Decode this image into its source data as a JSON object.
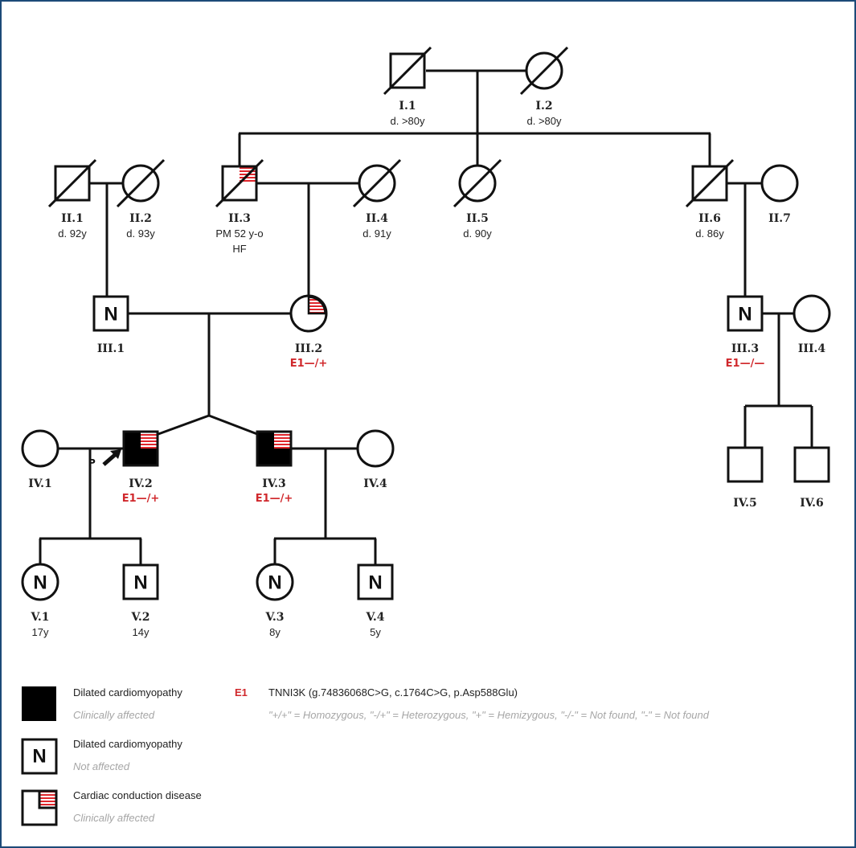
{
  "colors": {
    "frame": "#1c4a78",
    "line": "#111111",
    "affected": "#000000",
    "conduction_stripe": "#e0252b",
    "genotype": "#d0282c",
    "legend_sub": "#a6a6a6"
  },
  "individuals": {
    "I1": {
      "id": "I.1",
      "sex": "male",
      "deceased": true,
      "info": [
        "d. >80y"
      ]
    },
    "I2": {
      "id": "I.2",
      "sex": "female",
      "deceased": true,
      "info": [
        "d. >80y"
      ]
    },
    "II1": {
      "id": "II.1",
      "sex": "male",
      "deceased": true,
      "info": [
        "d. 92y"
      ]
    },
    "II2": {
      "id": "II.2",
      "sex": "female",
      "deceased": true,
      "info": [
        "d. 93y"
      ]
    },
    "II3": {
      "id": "II.3",
      "sex": "male",
      "deceased": true,
      "conduction": true,
      "info": [
        "PM 52 y-o",
        "HF"
      ]
    },
    "II4": {
      "id": "II.4",
      "sex": "female",
      "deceased": true,
      "info": [
        "d. 91y"
      ]
    },
    "II5": {
      "id": "II.5",
      "sex": "female",
      "deceased": true,
      "info": [
        "d. 90y"
      ]
    },
    "II6": {
      "id": "II.6",
      "sex": "male",
      "deceased": true,
      "info": [
        "d. 86y"
      ]
    },
    "II7": {
      "id": "II.7",
      "sex": "female",
      "deceased": false,
      "info": []
    },
    "III1": {
      "id": "III.1",
      "sex": "male",
      "mark": "N",
      "info": []
    },
    "III2": {
      "id": "III.2",
      "sex": "female",
      "conduction": true,
      "genotype": "E1—/+",
      "info": []
    },
    "III3": {
      "id": "III.3",
      "sex": "male",
      "mark": "N",
      "genotype": "E1—/—",
      "info": []
    },
    "III4": {
      "id": "III.4",
      "sex": "female",
      "info": []
    },
    "IV1": {
      "id": "IV.1",
      "sex": "female",
      "info": []
    },
    "IV2": {
      "id": "IV.2",
      "sex": "male",
      "affected": true,
      "conduction": true,
      "proband": true,
      "genotype": "E1—/+",
      "info": []
    },
    "IV3": {
      "id": "IV.3",
      "sex": "male",
      "affected": true,
      "conduction": true,
      "genotype": "E1—/+",
      "info": []
    },
    "IV4": {
      "id": "IV.4",
      "sex": "female",
      "info": []
    },
    "IV5": {
      "id": "IV.5",
      "sex": "male",
      "info": []
    },
    "IV6": {
      "id": "IV.6",
      "sex": "male",
      "info": []
    },
    "V1": {
      "id": "V.1",
      "sex": "female",
      "mark": "N",
      "info": [
        "17y"
      ]
    },
    "V2": {
      "id": "V.2",
      "sex": "male",
      "mark": "N",
      "info": [
        "14y"
      ]
    },
    "V3": {
      "id": "V.3",
      "sex": "female",
      "mark": "N",
      "info": [
        "8y"
      ]
    },
    "V4": {
      "id": "V.4",
      "sex": "male",
      "mark": "N",
      "info": [
        "5y"
      ]
    }
  },
  "proband_marker": "P",
  "legend": {
    "items": [
      {
        "symbol": "affected",
        "title": "Dilated cardiomyopathy",
        "subtitle": "Clinically affected"
      },
      {
        "symbol": "not-affected",
        "mark": "N",
        "title": "Dilated cardiomyopathy",
        "subtitle": "Not affected"
      },
      {
        "symbol": "conduction",
        "title": "Cardiac conduction disease",
        "subtitle": "Clinically affected"
      }
    ],
    "variant": {
      "code": "E1",
      "description": "TNNI3K (g.74836068C>G, c.1764C>G, p.Asp588Glu)",
      "key": "\"+/+\" = Homozygous, \"-/+\" = Heterozygous, \"+\" = Hemizygous, \"-/-\" = Not found, \"-\" = Not found"
    }
  }
}
